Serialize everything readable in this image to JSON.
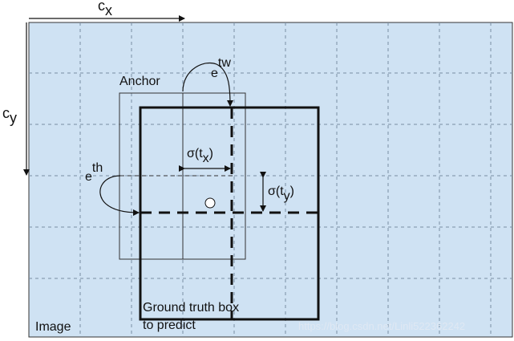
{
  "diagram": {
    "axis_cx": {
      "main": "c",
      "sub": "x"
    },
    "axis_cy": {
      "main": "c",
      "sub": "y"
    },
    "anchor_label": "Anchor",
    "e_tw": {
      "base": "e",
      "sup": "tw"
    },
    "e_th": {
      "base": "e",
      "sup": "th"
    },
    "sigma_tx": {
      "pre": "σ(t",
      "sub": "x",
      "post": ")"
    },
    "sigma_ty": {
      "pre": "σ(t",
      "sub": "y",
      "post": ")"
    },
    "gt_label_line1": "Ground truth box",
    "gt_label_line2": "to predict",
    "image_label": "Image",
    "watermark": "https://blog.csdn.net/Linli522362242"
  },
  "colors": {
    "image_fill": "#cfe2f3",
    "grid": "#7a8ea3",
    "ink": "#111111"
  }
}
